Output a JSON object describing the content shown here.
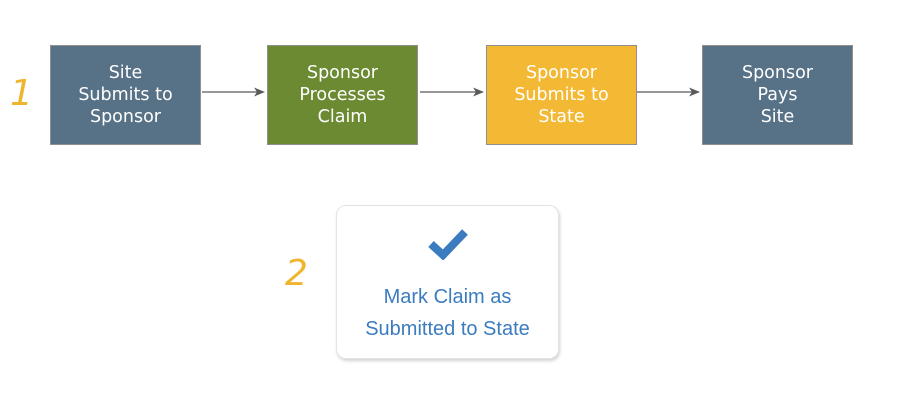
{
  "step_numbers": {
    "first": "1",
    "second": "2"
  },
  "colors": {
    "step_number": "#f0b52e",
    "slate": "#577186",
    "green": "#6b8a32",
    "yellow": "#f4b934",
    "arrow": "#595959",
    "action_blue": "#3b7bbf"
  },
  "flow": {
    "steps": [
      {
        "label": "Site\nSubmits to\nSponsor",
        "color": "#577186"
      },
      {
        "label": "Sponsor\nProcesses\nClaim",
        "color": "#6b8a32"
      },
      {
        "label": "Sponsor\nSubmits to\nState",
        "color": "#f4b934"
      },
      {
        "label": "Sponsor\nPays\nSite",
        "color": "#577186"
      }
    ]
  },
  "action_card": {
    "icon": "checkmark-icon",
    "label": "Mark Claim as\nSubmitted to State"
  }
}
